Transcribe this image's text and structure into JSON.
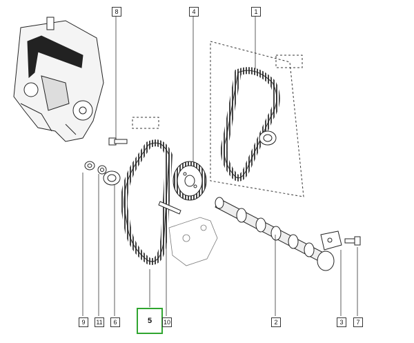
{
  "callouts": {
    "c8": "8",
    "c4": "4",
    "c1": "1",
    "c9": "9",
    "c11": "11",
    "c6": "6",
    "c5": "5",
    "c10": "10",
    "c2": "2",
    "c3": "3",
    "c7": "7"
  },
  "highlighted_part": "5",
  "colors": {
    "line": "#222222",
    "highlight": "#2fa52f",
    "background": "#ffffff"
  },
  "icons": [
    "engine-thumbnail",
    "timing-belt",
    "camshaft-sprocket",
    "tensioner-roller",
    "camshaft",
    "bolt",
    "nut",
    "washer",
    "stud"
  ]
}
